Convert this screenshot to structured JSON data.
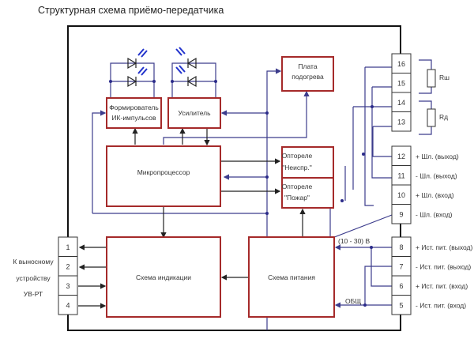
{
  "title": "Структурная  схема приёмо-передатчика",
  "blocks": {
    "former": [
      "Формирователь",
      "ИК-импульсов"
    ],
    "amplifier": "Усилитель",
    "heater": [
      "Плата",
      "подогрева"
    ],
    "mcu": "Микропроцессор",
    "relay_fault": [
      "Оптореле",
      "\"Неиспр.\""
    ],
    "relay_fire": [
      "Оптореле",
      "\"Пожар\""
    ],
    "indication": "Схема индикации",
    "power": "Схема питания"
  },
  "resistors": {
    "rsh": "Rш",
    "rd": "Rд"
  },
  "right_terminals": [
    {
      "num": "16",
      "label": ""
    },
    {
      "num": "15",
      "label": ""
    },
    {
      "num": "14",
      "label": ""
    },
    {
      "num": "13",
      "label": ""
    },
    {
      "num": "12",
      "label": "+ Шл. (выход)"
    },
    {
      "num": "11",
      "label": "- Шл. (выход)"
    },
    {
      "num": "10",
      "label": "+ Шл. (вход)"
    },
    {
      "num": "9",
      "label": "- Шл. (вход)"
    },
    {
      "num": "8",
      "label": "+ Ист. пит. (выход)"
    },
    {
      "num": "7",
      "label": "- Ист. пит. (выход)"
    },
    {
      "num": "6",
      "label": "+ Ист. пит. (вход)"
    },
    {
      "num": "5",
      "label": "- Ист. пит. (вход)"
    }
  ],
  "left_terminals": [
    "1",
    "2",
    "3",
    "4"
  ],
  "left_caption": [
    "К выносному",
    "устройству",
    "УВ-РТ"
  ],
  "power_labels": {
    "voltage": "(10 - 30) В",
    "common": "ОБЩ"
  }
}
